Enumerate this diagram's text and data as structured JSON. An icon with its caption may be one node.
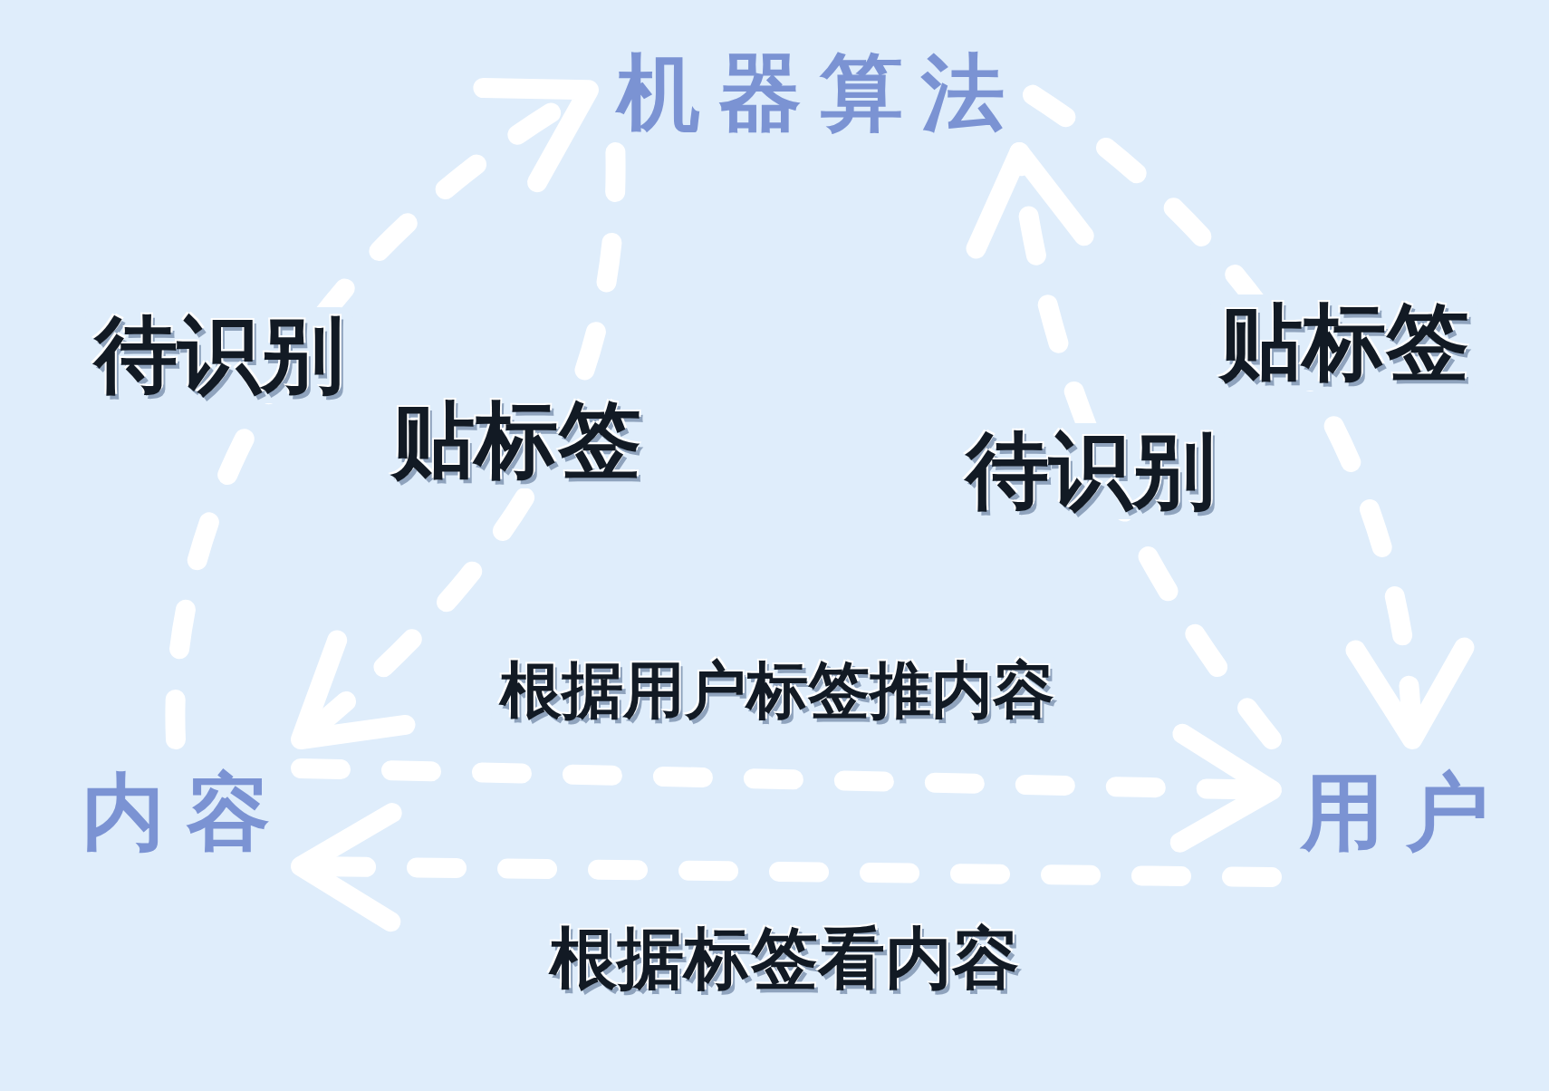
{
  "diagram": {
    "nodes": [
      {
        "text": [
          "机器算法"
        ]
      },
      {
        "text": [
          "内容"
        ]
      },
      {
        "text": [
          "用户"
        ]
      }
    ],
    "edges": [
      {
        "from": 1,
        "to": 0,
        "arrow": "to",
        "label": "待识别"
      },
      {
        "from": 0,
        "to": 1,
        "arrow": "to",
        "label": "贴标签"
      },
      {
        "from": 0,
        "to": 2,
        "arrow": "to",
        "label": "贴标签"
      },
      {
        "from": 2,
        "to": 0,
        "arrow": "to",
        "label": "待识别"
      },
      {
        "from": 1,
        "to": 2,
        "arrow": "to",
        "label": "根据用户标签推内容"
      },
      {
        "from": 2,
        "to": 1,
        "arrow": "to",
        "label": "根据标签看内容"
      }
    ]
  }
}
